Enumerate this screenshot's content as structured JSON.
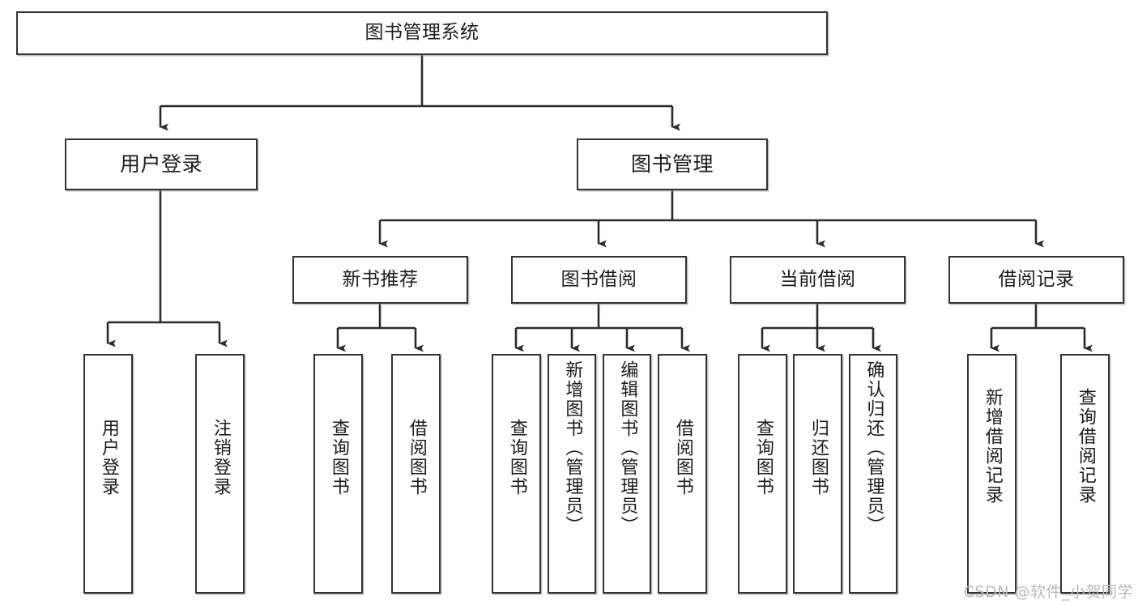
{
  "diagram": {
    "title": "图书管理系统",
    "watermark": "CSDN @软件_小贺同学",
    "colors": {
      "background": "#ffffff",
      "border": "#333333",
      "text": "#1c1c1c",
      "edge": "#2b2b2b",
      "watermark": "#b9b9b9"
    },
    "nodes": {
      "root": {
        "label": "图书管理系统"
      },
      "user_login": {
        "label": "用户登录"
      },
      "book_manage": {
        "label": "图书管理"
      },
      "new_book_rec": {
        "label": "新书推荐"
      },
      "book_borrow": {
        "label": "图书借阅"
      },
      "current_borrow": {
        "label": "当前借阅"
      },
      "borrow_record": {
        "label": "借阅记录"
      },
      "leaf_user_login": {
        "label": "用户登录"
      },
      "leaf_logout": {
        "label": "注销登录"
      },
      "leaf_query_book_1": {
        "label": "查询图书"
      },
      "leaf_borrow_book_1": {
        "label": "借阅图书"
      },
      "leaf_query_book_2": {
        "label": "查询图书"
      },
      "leaf_add_book": {
        "label": "新增图书（管理员）"
      },
      "leaf_edit_book": {
        "label": "编辑图书（管理员）"
      },
      "leaf_borrow_book_2": {
        "label": "借阅图书"
      },
      "leaf_query_book_3": {
        "label": "查询图书"
      },
      "leaf_return_book": {
        "label": "归还图书"
      },
      "leaf_confirm_return": {
        "label": "确认归还（管理员）"
      },
      "leaf_add_record": {
        "label": "新增借阅记录"
      },
      "leaf_query_record": {
        "label": "查询借阅记录"
      }
    },
    "edges": [
      {
        "from": "root",
        "to": "user_login"
      },
      {
        "from": "root",
        "to": "book_manage"
      },
      {
        "from": "user_login",
        "to": "leaf_user_login"
      },
      {
        "from": "user_login",
        "to": "leaf_logout"
      },
      {
        "from": "book_manage",
        "to": "new_book_rec"
      },
      {
        "from": "book_manage",
        "to": "book_borrow"
      },
      {
        "from": "book_manage",
        "to": "current_borrow"
      },
      {
        "from": "book_manage",
        "to": "borrow_record"
      },
      {
        "from": "new_book_rec",
        "to": "leaf_query_book_1"
      },
      {
        "from": "new_book_rec",
        "to": "leaf_borrow_book_1"
      },
      {
        "from": "book_borrow",
        "to": "leaf_query_book_2"
      },
      {
        "from": "book_borrow",
        "to": "leaf_add_book"
      },
      {
        "from": "book_borrow",
        "to": "leaf_edit_book"
      },
      {
        "from": "book_borrow",
        "to": "leaf_borrow_book_2"
      },
      {
        "from": "current_borrow",
        "to": "leaf_query_book_3"
      },
      {
        "from": "current_borrow",
        "to": "leaf_return_book"
      },
      {
        "from": "current_borrow",
        "to": "leaf_confirm_return"
      },
      {
        "from": "borrow_record",
        "to": "leaf_add_record"
      },
      {
        "from": "borrow_record",
        "to": "leaf_query_record"
      }
    ]
  }
}
